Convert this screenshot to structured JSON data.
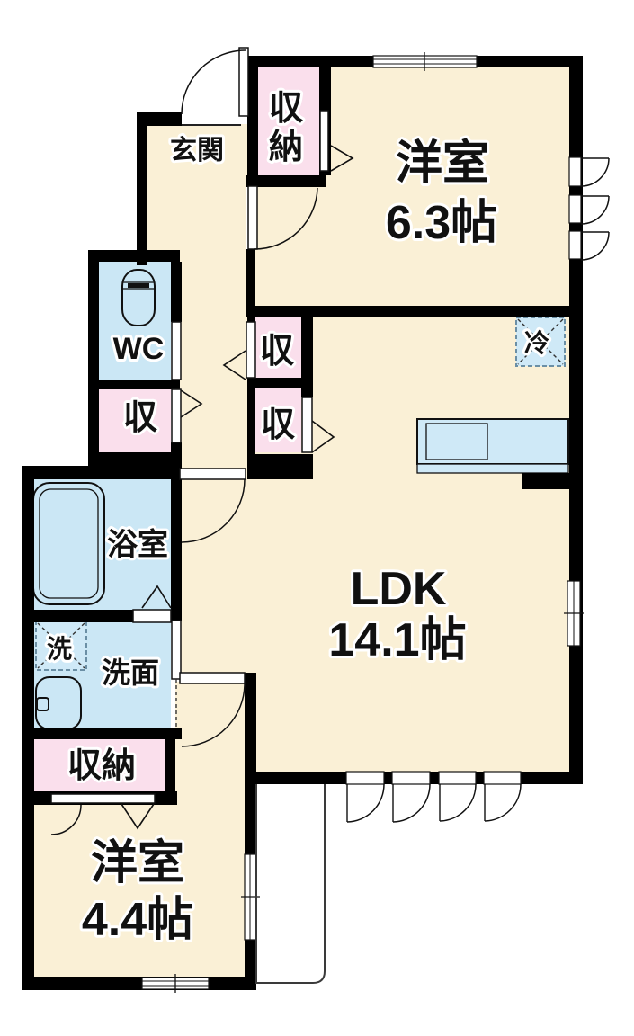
{
  "colors": {
    "wall": "#000000",
    "floor": "#faf0d6",
    "closet_pink": "#fadfec",
    "wet_area": "#cbe7f5",
    "counter_blue": "#cfe9f7"
  },
  "rooms": [
    {
      "name": "genkan",
      "label": "玄関"
    },
    {
      "name": "entry-closet",
      "char1": "収",
      "char2": "納"
    },
    {
      "name": "western-room-6-3",
      "label": "洋室",
      "size": "6.3帖"
    },
    {
      "name": "wc",
      "label": "WC"
    },
    {
      "name": "wc-side-closet",
      "label": "収"
    },
    {
      "name": "hall-closet-upper",
      "label": "収"
    },
    {
      "name": "hall-closet-lower",
      "label": "収"
    },
    {
      "name": "bathroom",
      "label": "浴室"
    },
    {
      "name": "laundry-space",
      "label": "洗"
    },
    {
      "name": "washroom",
      "label": "洗面"
    },
    {
      "name": "refrigerator-space",
      "label": "冷"
    },
    {
      "name": "ldk",
      "label": "LDK",
      "size": "14.1帖"
    },
    {
      "name": "south-closet",
      "label": "収納"
    },
    {
      "name": "western-room-4-4",
      "label": "洋室",
      "size": "4.4帖"
    }
  ]
}
